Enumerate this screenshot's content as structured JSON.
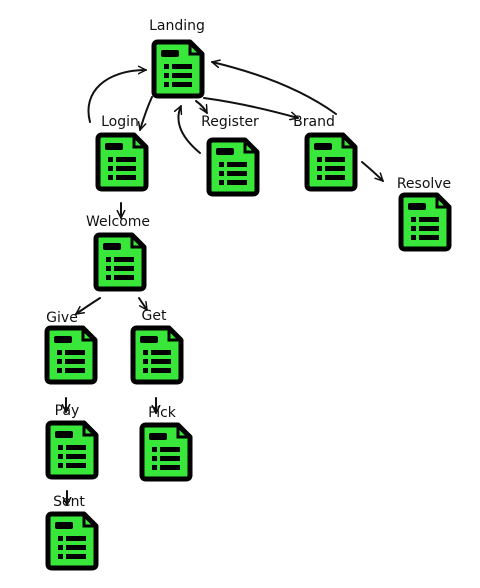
{
  "colors": {
    "page_fill": "#39e63a",
    "outline": "#000000",
    "edge": "#111111",
    "label": "#111111"
  },
  "icon": "document-page-icon",
  "pages": [
    {
      "id": "landing",
      "label": "Landing"
    },
    {
      "id": "login",
      "label": "Login"
    },
    {
      "id": "register",
      "label": "Register"
    },
    {
      "id": "brand",
      "label": "Brand"
    },
    {
      "id": "resolve",
      "label": "Resolve"
    },
    {
      "id": "welcome",
      "label": "Welcome"
    },
    {
      "id": "give",
      "label": "Give"
    },
    {
      "id": "get",
      "label": "Get"
    },
    {
      "id": "pay",
      "label": "Pay"
    },
    {
      "id": "pick",
      "label": "Pick"
    },
    {
      "id": "sent",
      "label": "Sent"
    }
  ],
  "links": [
    {
      "from": "landing",
      "to": "login"
    },
    {
      "from": "login",
      "to": "landing"
    },
    {
      "from": "landing",
      "to": "register"
    },
    {
      "from": "register",
      "to": "landing"
    },
    {
      "from": "landing",
      "to": "brand"
    },
    {
      "from": "brand",
      "to": "landing"
    },
    {
      "from": "brand",
      "to": "resolve"
    },
    {
      "from": "login",
      "to": "welcome"
    },
    {
      "from": "welcome",
      "to": "give"
    },
    {
      "from": "welcome",
      "to": "get"
    },
    {
      "from": "give",
      "to": "pay"
    },
    {
      "from": "get",
      "to": "pick"
    },
    {
      "from": "pay",
      "to": "sent"
    }
  ]
}
